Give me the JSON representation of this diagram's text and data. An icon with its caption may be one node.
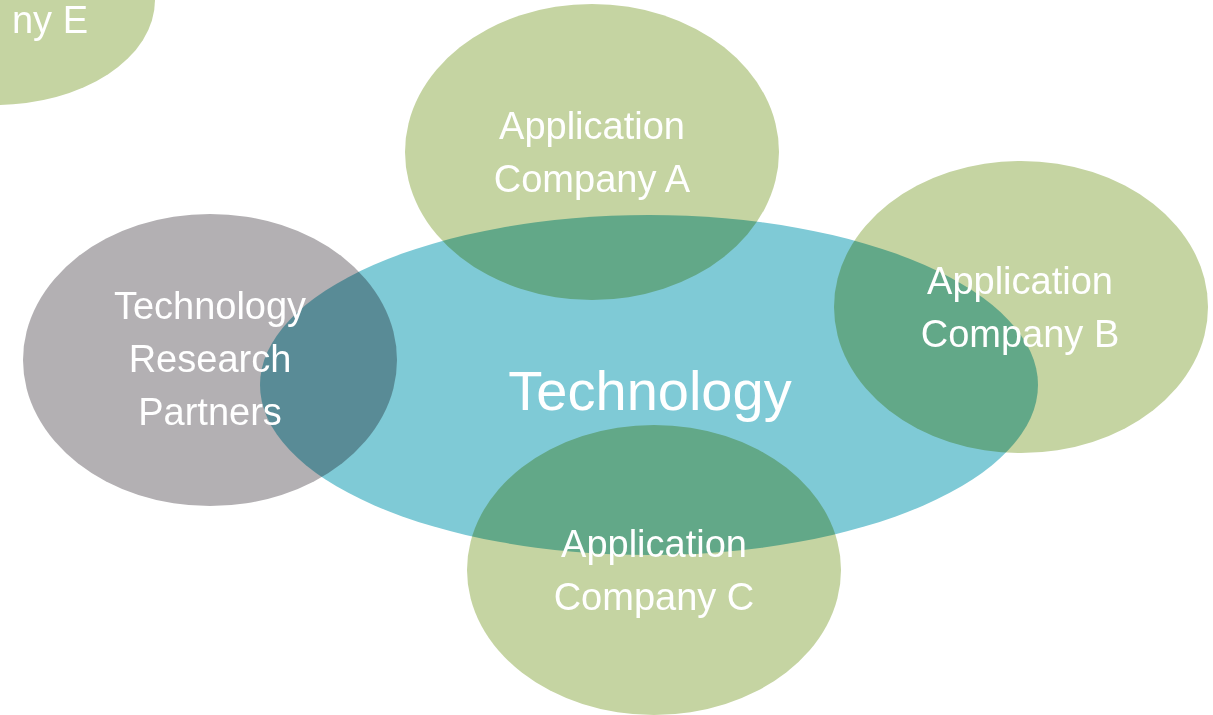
{
  "diagram": {
    "nodes": [
      {
        "text": [
          "ny E"
        ]
      },
      {
        "text": [
          "Application Company A"
        ]
      },
      {
        "text": [
          "Technology Research Partners"
        ]
      },
      {
        "text": [
          "Technology"
        ]
      },
      {
        "text": [
          "Application Company B"
        ]
      },
      {
        "text": [
          "Application Company C"
        ]
      }
    ]
  }
}
